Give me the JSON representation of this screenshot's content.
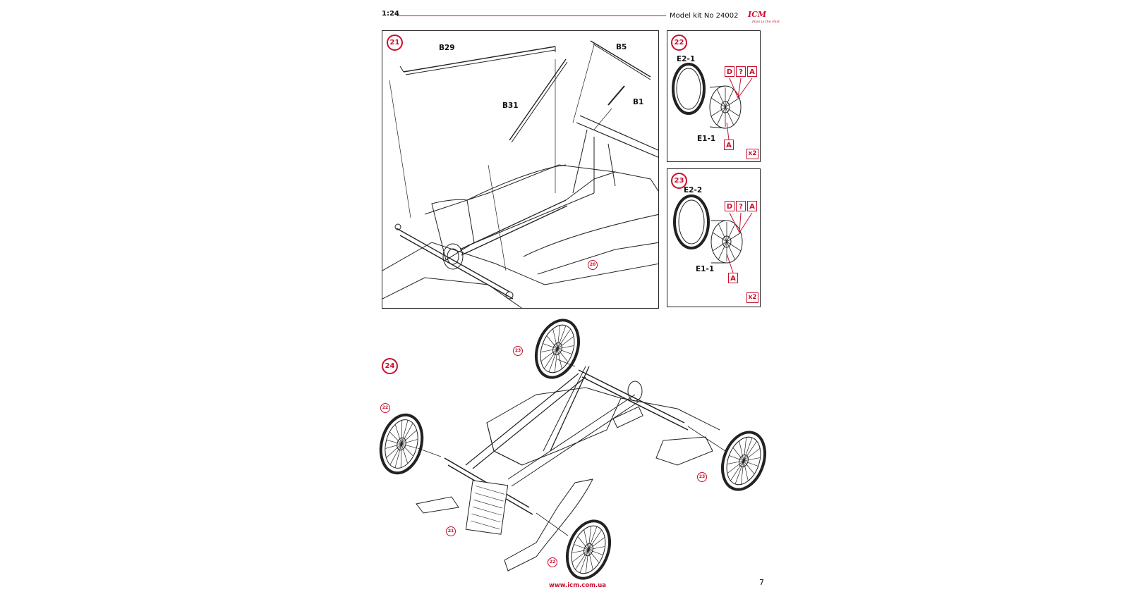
{
  "header": {
    "scale": "1:24",
    "model_kit": "Model kit No 24002",
    "logo_text": "ICM",
    "logo_tagline": "Pass is the Past"
  },
  "steps": {
    "step21": {
      "number": "21",
      "labels": [
        "B29",
        "B5",
        "B31",
        "B1"
      ],
      "ref": "20"
    },
    "step22": {
      "number": "22",
      "labels": [
        "E2-1",
        "E1-1"
      ],
      "tags": [
        "D",
        "?",
        "A",
        "A"
      ],
      "count": "x2"
    },
    "step23": {
      "number": "23",
      "labels": [
        "E2-2",
        "E1-1"
      ],
      "tags": [
        "D",
        "?",
        "A",
        "A"
      ],
      "count": "x2"
    },
    "step24": {
      "number": "24",
      "refs": [
        "23",
        "22",
        "23",
        "21",
        "22"
      ]
    }
  },
  "footer": {
    "url": "www.icm.com.ua",
    "page": "7"
  },
  "colors": {
    "accent": "#c8102e",
    "line": "#222222"
  }
}
